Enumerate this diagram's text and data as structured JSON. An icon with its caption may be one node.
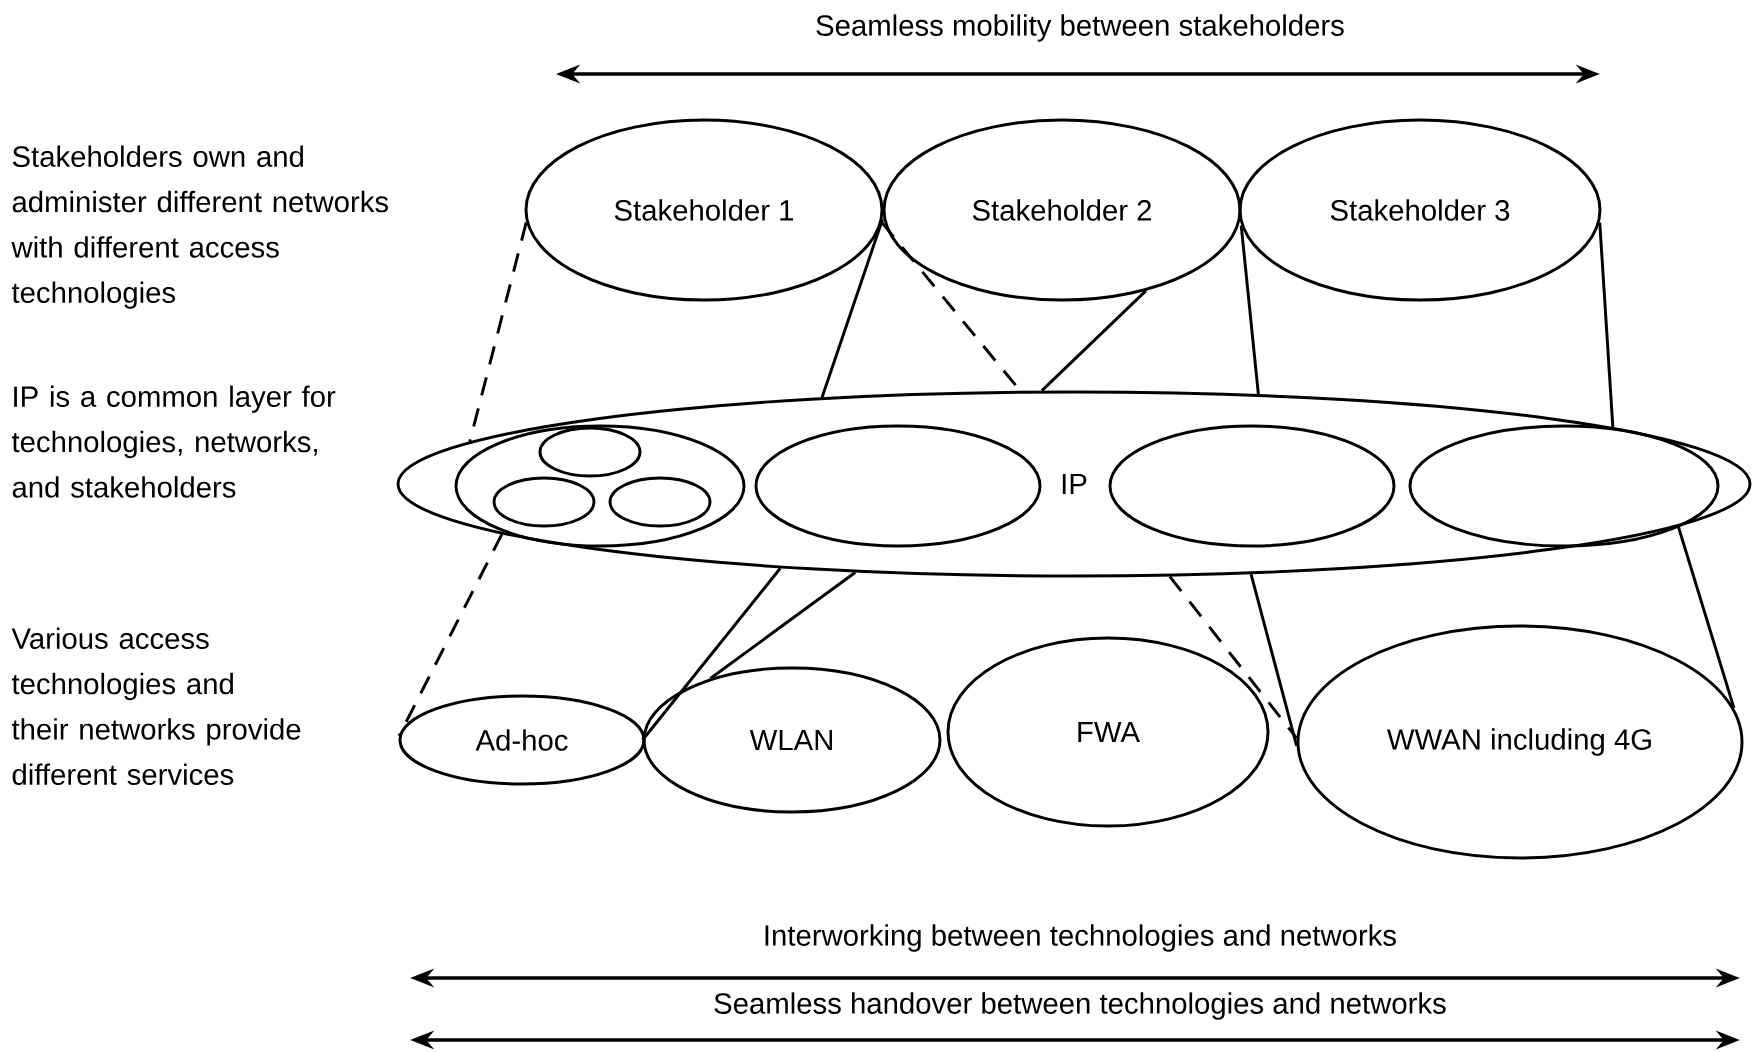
{
  "diagram": {
    "nodes": [
      {
        "text": [
          "Stakeholder 1"
        ]
      },
      {
        "text": [
          "Stakeholder 2"
        ]
      },
      {
        "text": [
          "Stakeholder 3"
        ]
      },
      {
        "text": [
          "IP"
        ]
      },
      {
        "text": [],
        "shape": "circle",
        "in": 3
      },
      {
        "text": [],
        "shape": "circle",
        "in": 4
      },
      {
        "text": [],
        "shape": "circle",
        "in": 4
      },
      {
        "text": [],
        "shape": "circle",
        "in": 4
      },
      {
        "text": [],
        "shape": "circle",
        "in": 3
      },
      {
        "text": [],
        "shape": "circle",
        "in": 3
      },
      {
        "text": [],
        "shape": "circle",
        "in": 3
      },
      {
        "text": [
          "Ad-hoc"
        ]
      },
      {
        "text": [
          "WLAN"
        ]
      },
      {
        "text": [
          "FWA"
        ]
      },
      {
        "text": [
          "WWAN including 4G"
        ]
      }
    ],
    "edges": [
      {
        "from": 0,
        "to": 3,
        "arrow": "none",
        "style": "dashed"
      },
      {
        "from": 0,
        "to": 3,
        "arrow": "none"
      },
      {
        "from": 0,
        "to": 3,
        "arrow": "none",
        "style": "dashed"
      },
      {
        "from": 1,
        "to": 3,
        "arrow": "none"
      },
      {
        "from": 2,
        "to": 3,
        "arrow": "none"
      },
      {
        "from": 2,
        "to": 3,
        "arrow": "none"
      },
      {
        "from": 3,
        "to": 11,
        "arrow": "none",
        "style": "dashed"
      },
      {
        "from": 3,
        "to": 12,
        "arrow": "none"
      },
      {
        "from": 3,
        "to": 12,
        "arrow": "none"
      },
      {
        "from": 3,
        "to": 14,
        "arrow": "none",
        "style": "dashed"
      },
      {
        "from": 3,
        "to": 14,
        "arrow": "none"
      },
      {
        "from": 3,
        "to": 14,
        "arrow": "none"
      }
    ],
    "labels": [
      "Seamless mobility between stakeholders",
      "Stakeholders own and administer different networks with different access technologies",
      "IP is a common layer for technologies, networks, and stakeholders",
      "Various access technologies and their networks provide different services",
      "Interworking between technologies and networks",
      "Seamless handover between technologies and networks"
    ]
  }
}
